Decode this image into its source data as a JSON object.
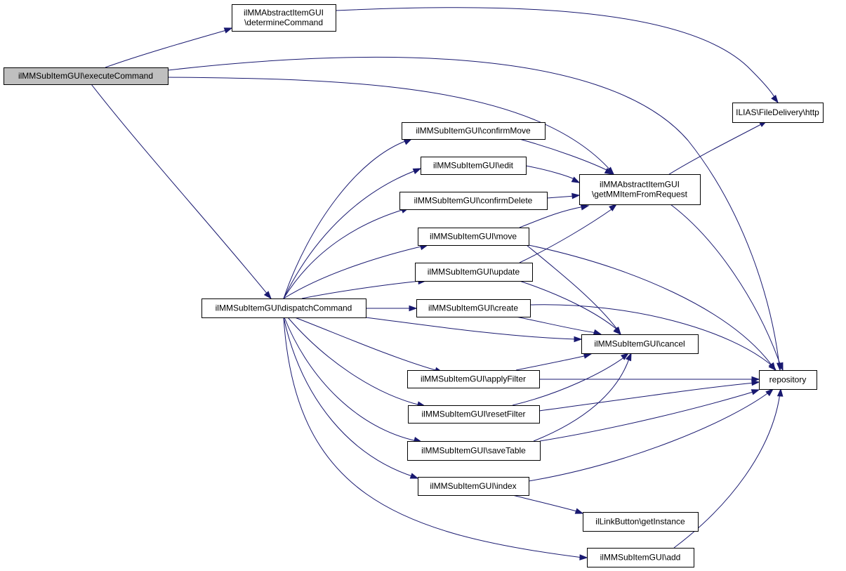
{
  "nodes": [
    {
      "id": "executeCommand",
      "lines": [
        "ilMMSubItemGUI\\executeCommand"
      ],
      "root": true
    },
    {
      "id": "determineCommand",
      "lines": [
        "ilMMAbstractItemGUI",
        "\\determineCommand"
      ]
    },
    {
      "id": "fileDeliveryHttp",
      "lines": [
        "ILIAS\\FileDelivery\\http"
      ]
    },
    {
      "id": "getMMItemFromRequest",
      "lines": [
        "ilMMAbstractItemGUI",
        "\\getMMItemFromRequest"
      ]
    },
    {
      "id": "dispatchCommand",
      "lines": [
        "ilMMSubItemGUI\\dispatchCommand"
      ]
    },
    {
      "id": "confirmMove",
      "lines": [
        "ilMMSubItemGUI\\confirmMove"
      ]
    },
    {
      "id": "edit",
      "lines": [
        "ilMMSubItemGUI\\edit"
      ]
    },
    {
      "id": "confirmDelete",
      "lines": [
        "ilMMSubItemGUI\\confirmDelete"
      ]
    },
    {
      "id": "move",
      "lines": [
        "ilMMSubItemGUI\\move"
      ]
    },
    {
      "id": "update",
      "lines": [
        "ilMMSubItemGUI\\update"
      ]
    },
    {
      "id": "create",
      "lines": [
        "ilMMSubItemGUI\\create"
      ]
    },
    {
      "id": "cancel",
      "lines": [
        "ilMMSubItemGUI\\cancel"
      ]
    },
    {
      "id": "applyFilter",
      "lines": [
        "ilMMSubItemGUI\\applyFilter"
      ]
    },
    {
      "id": "resetFilter",
      "lines": [
        "ilMMSubItemGUI\\resetFilter"
      ]
    },
    {
      "id": "saveTable",
      "lines": [
        "ilMMSubItemGUI\\saveTable"
      ]
    },
    {
      "id": "index",
      "lines": [
        "ilMMSubItemGUI\\index"
      ]
    },
    {
      "id": "repository",
      "lines": [
        "repository"
      ]
    },
    {
      "id": "linkButtonGetInstance",
      "lines": [
        "ilLinkButton\\getInstance"
      ]
    },
    {
      "id": "add",
      "lines": [
        "ilMMSubItemGUI\\add"
      ]
    }
  ],
  "edges": [
    {
      "from": "executeCommand",
      "to": "determineCommand"
    },
    {
      "from": "executeCommand",
      "to": "repository"
    },
    {
      "from": "executeCommand",
      "to": "getMMItemFromRequest"
    },
    {
      "from": "executeCommand",
      "to": "dispatchCommand"
    },
    {
      "from": "determineCommand",
      "to": "fileDeliveryHttp"
    },
    {
      "from": "getMMItemFromRequest",
      "to": "fileDeliveryHttp"
    },
    {
      "from": "getMMItemFromRequest",
      "to": "repository"
    },
    {
      "from": "dispatchCommand",
      "to": "confirmMove"
    },
    {
      "from": "dispatchCommand",
      "to": "edit"
    },
    {
      "from": "dispatchCommand",
      "to": "confirmDelete"
    },
    {
      "from": "dispatchCommand",
      "to": "move"
    },
    {
      "from": "dispatchCommand",
      "to": "update"
    },
    {
      "from": "dispatchCommand",
      "to": "create"
    },
    {
      "from": "dispatchCommand",
      "to": "cancel"
    },
    {
      "from": "dispatchCommand",
      "to": "applyFilter"
    },
    {
      "from": "dispatchCommand",
      "to": "resetFilter"
    },
    {
      "from": "dispatchCommand",
      "to": "saveTable"
    },
    {
      "from": "dispatchCommand",
      "to": "index"
    },
    {
      "from": "dispatchCommand",
      "to": "add"
    },
    {
      "from": "confirmMove",
      "to": "getMMItemFromRequest"
    },
    {
      "from": "edit",
      "to": "getMMItemFromRequest"
    },
    {
      "from": "confirmDelete",
      "to": "getMMItemFromRequest"
    },
    {
      "from": "move",
      "to": "getMMItemFromRequest"
    },
    {
      "from": "move",
      "to": "cancel"
    },
    {
      "from": "move",
      "to": "repository"
    },
    {
      "from": "update",
      "to": "getMMItemFromRequest"
    },
    {
      "from": "update",
      "to": "cancel"
    },
    {
      "from": "create",
      "to": "cancel"
    },
    {
      "from": "create",
      "to": "repository"
    },
    {
      "from": "applyFilter",
      "to": "cancel"
    },
    {
      "from": "applyFilter",
      "to": "repository"
    },
    {
      "from": "resetFilter",
      "to": "cancel"
    },
    {
      "from": "resetFilter",
      "to": "repository"
    },
    {
      "from": "saveTable",
      "to": "cancel"
    },
    {
      "from": "saveTable",
      "to": "repository"
    },
    {
      "from": "index",
      "to": "repository"
    },
    {
      "from": "index",
      "to": "linkButtonGetInstance"
    },
    {
      "from": "add",
      "to": "repository"
    }
  ],
  "colors": {
    "edge": "#191970",
    "node_border": "#000000",
    "node_fill": "#ffffff",
    "root_fill": "#bfbfbf"
  }
}
